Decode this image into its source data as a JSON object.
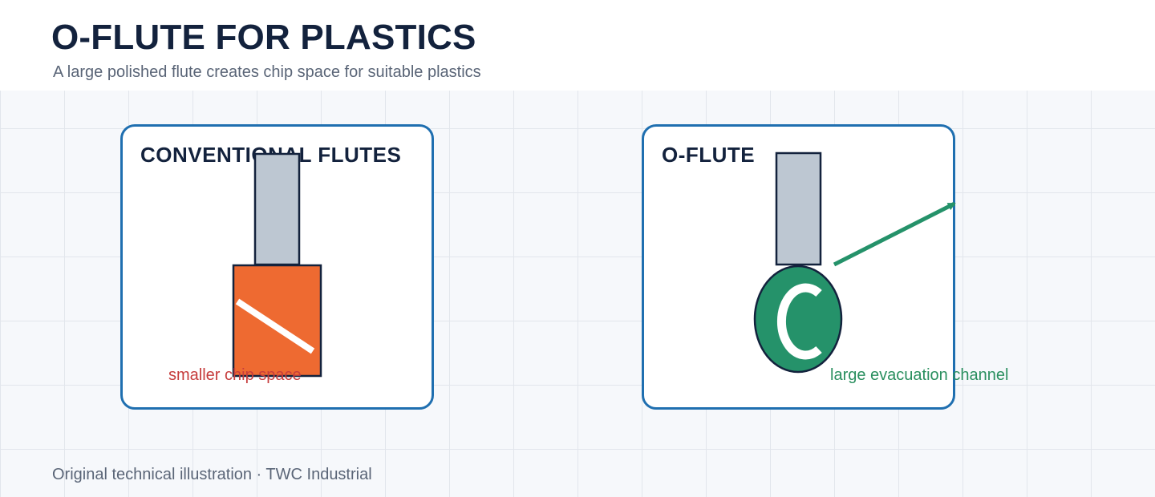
{
  "header": {
    "title": "O-FLUTE FOR PLASTICS",
    "subtitle": "A large polished flute creates chip space for suitable plastics"
  },
  "panels": {
    "conventional": {
      "title": "CONVENTIONAL FLUTES",
      "note": "smaller chip space"
    },
    "oflute": {
      "title": "O-FLUTE",
      "note": "large evacuation channel"
    }
  },
  "footer": {
    "credit": "Original technical illustration · TWC Industrial"
  },
  "colors": {
    "title": "#13223d",
    "panel_border": "#1f6fb0",
    "shank": "#bdc7d2",
    "conventional_cutter": "#ee6a31",
    "oflute_cutter": "#25926a",
    "red_note": "#c63d3d",
    "green_note": "#2a8f5f"
  }
}
